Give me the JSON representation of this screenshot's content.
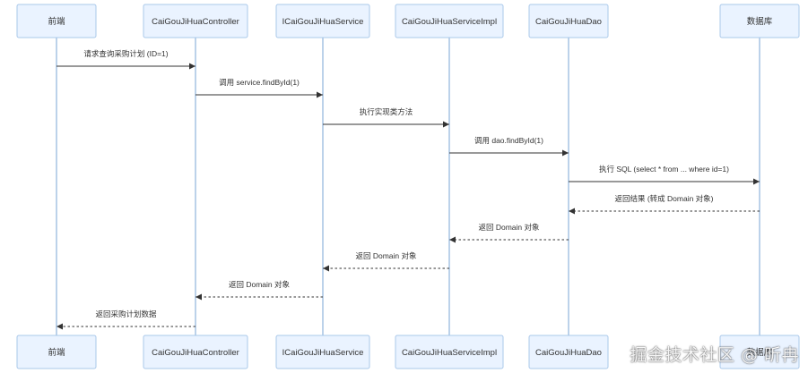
{
  "participants": [
    {
      "id": "frontend",
      "label": "前端"
    },
    {
      "id": "controller",
      "label": "CaiGouJiHuaController"
    },
    {
      "id": "service",
      "label": "ICaiGouJiHuaService"
    },
    {
      "id": "serviceimpl",
      "label": "CaiGouJiHuaServiceImpl"
    },
    {
      "id": "dao",
      "label": "CaiGouJiHuaDao"
    },
    {
      "id": "db",
      "label": "数据库"
    }
  ],
  "messages": [
    {
      "from": "frontend",
      "to": "controller",
      "label": "请求查询采购计划 (ID=1)",
      "style": "solid"
    },
    {
      "from": "controller",
      "to": "service",
      "label": "调用 service.findById(1)",
      "style": "solid"
    },
    {
      "from": "service",
      "to": "serviceimpl",
      "label": "执行实现类方法",
      "style": "solid"
    },
    {
      "from": "serviceimpl",
      "to": "dao",
      "label": "调用 dao.findById(1)",
      "style": "solid"
    },
    {
      "from": "dao",
      "to": "db",
      "label": "执行 SQL (select * from ... where id=1)",
      "style": "solid"
    },
    {
      "from": "db",
      "to": "dao",
      "label": "返回结果 (转成 Domain 对象)",
      "style": "dashed"
    },
    {
      "from": "dao",
      "to": "serviceimpl",
      "label": "返回 Domain 对象",
      "style": "dashed"
    },
    {
      "from": "serviceimpl",
      "to": "service",
      "label": "返回 Domain 对象",
      "style": "dashed"
    },
    {
      "from": "service",
      "to": "controller",
      "label": "返回 Domain 对象",
      "style": "dashed"
    },
    {
      "from": "controller",
      "to": "frontend",
      "label": "返回采购计划数据",
      "style": "dashed"
    }
  ],
  "colors": {
    "actor_fill": "#eaf3ff",
    "actor_stroke": "#a9c8ea",
    "lifeline": "#7aa4d6",
    "message_line": "#333333"
  },
  "watermark": "掘金技术社区 @ 昕冉"
}
